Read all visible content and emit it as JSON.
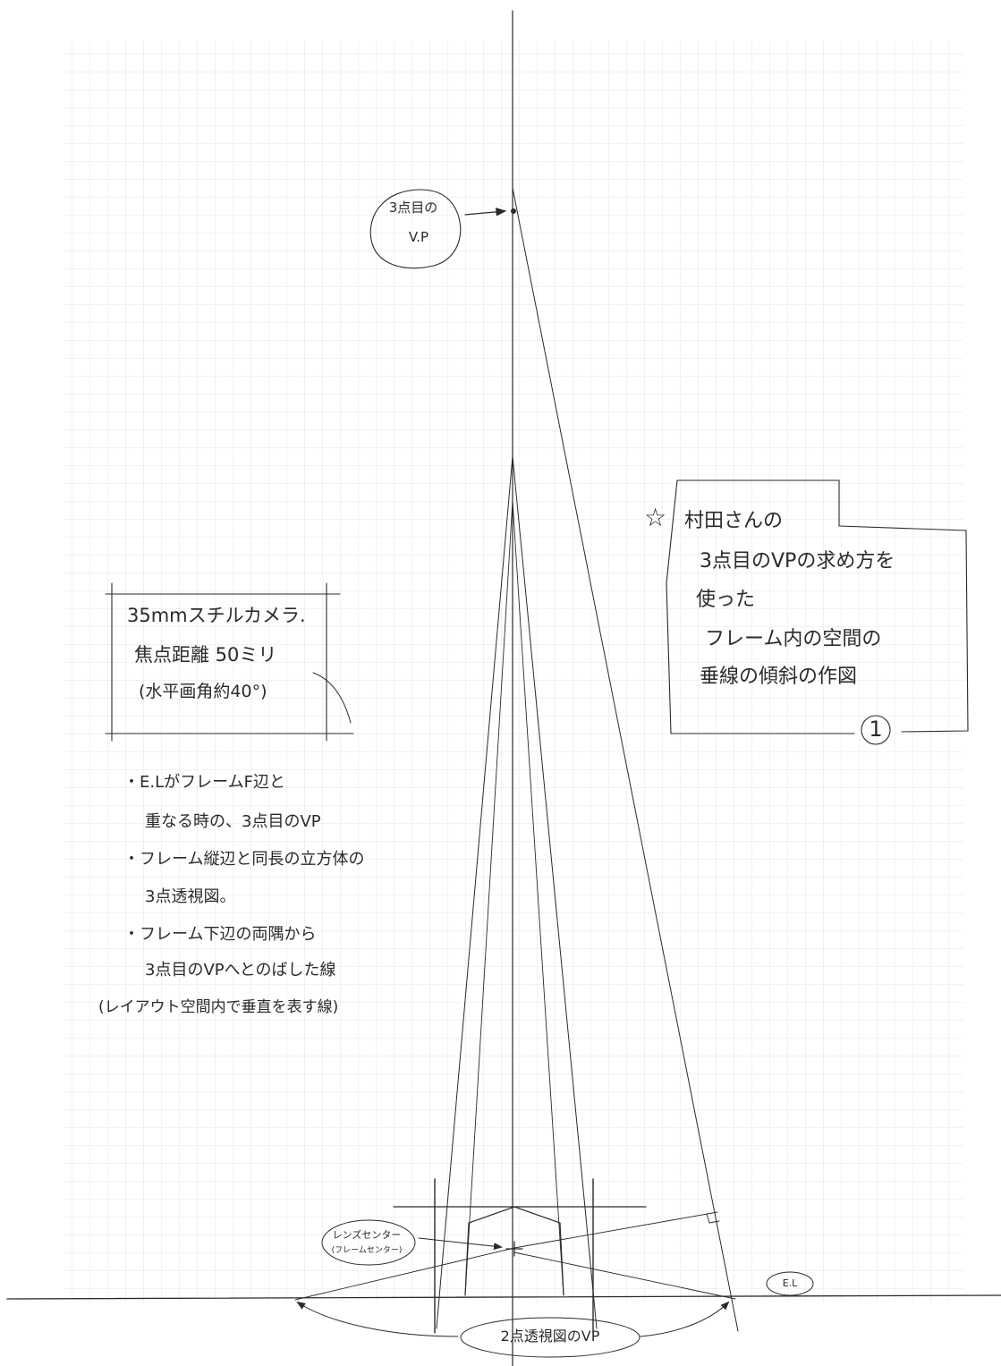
{
  "vp_label": {
    "line1": "3点目の",
    "line2": "V.P"
  },
  "camera_box": {
    "line1": "35mmスチルカメラ.",
    "line2": "焦点距離 50ミリ",
    "line3": "(水平画角約40°)"
  },
  "notes": [
    "・E.LがフレームF辺と",
    "重なる時の、3点目のVP",
    "・フレーム縦辺と同長の立方体の",
    "3点透視図。",
    "・フレーム下辺の両隅から",
    "3点目のVPへとのばした線",
    "(レイアウト空間内で垂直を表す線)"
  ],
  "title_box": {
    "star": "☆",
    "line1": "村田さんの",
    "line2": "3点目のVPの求め方を",
    "line3": "使った",
    "line4": "フレーム内の空間の",
    "line5": "垂線の傾斜の作図",
    "number": "1"
  },
  "lens_center": {
    "line1": "レンズセンター",
    "line2": "(フレームセンター)"
  },
  "el_label": "E.L",
  "vp2_label": "2点透視図のVP",
  "colors": {
    "pencil": "#2a2a2a",
    "grid": "#e4e4e4",
    "paper": "#ffffff"
  }
}
